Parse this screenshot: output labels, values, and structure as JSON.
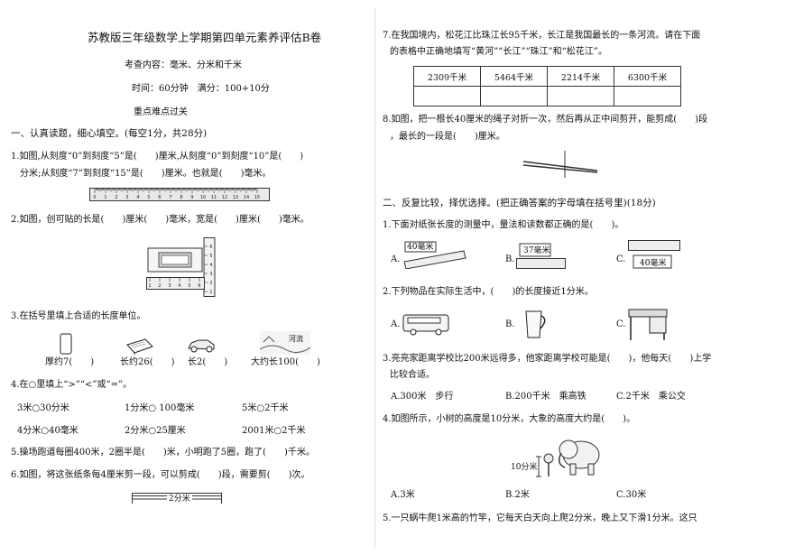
{
  "left": {
    "title": "苏教版三年级数学上学期第四单元素养评估B卷",
    "content_line": "考查内容：毫米、分米和千米",
    "time_line": "时间：60分钟　满分：100+10分",
    "subtitle": "重点难点过关",
    "section1": "一、认真读题，细心填空。(每空1分，共28分)",
    "q1_a": "1.如图,从刻度“0”到刻度“5”是(　　)厘米,从刻度“0”到刻度“10”是(　　)",
    "q1_b": "分米;从刻度“7”到刻度“15”是(　　)厘米。也就是(　　)毫米。",
    "q2": "2.如图，创可贴的长是(　　)厘米(　　)毫米，宽是(　　)厘米(　　)毫米。",
    "q3": "3.在括号里填上合适的长度单位。",
    "q3_items": [
      "厚约7(　　)",
      "长约26(　　)",
      "长2(　　)",
      "大约长100(　　)"
    ],
    "river_sign": "河流",
    "q4": "4.在○里填上“>”“<”或“=”。",
    "q4_row1": [
      "3米○30分米",
      "1分米○ 100毫米",
      "5米○2千米"
    ],
    "q4_row2": [
      "4分米○40毫米",
      "2分米○25厘米",
      "2001米○2千米"
    ],
    "q5": "5.操场跑道每圈400米，2圈半是(　　)米，小明跑了5圈，跑了(　　)千米。",
    "q6": "6.如图，将这张纸条每4厘米剪一段，可以剪成(　　)段，需要剪(　　)次。",
    "strip_label": "2分米",
    "ruler_numbers": [
      "0",
      "1",
      "2",
      "3",
      "4",
      "5",
      "6",
      "7",
      "8",
      "9",
      "10",
      "11",
      "12",
      "13",
      "14",
      "15"
    ],
    "ruler2_numbers": [
      "1",
      "2",
      "3",
      "4",
      "5",
      "6"
    ]
  },
  "right": {
    "q7_a": "7.在我国境内，松花江比珠江长95千米，长江是我国最长的一条河流。请在下面",
    "q7_b": "的表格中正确地填写“黄河”“长江”“珠江”和“松花江”。",
    "q7_table": [
      "2309千米",
      "5464千米",
      "2214千米",
      "6300千米"
    ],
    "q8_a": "8.如图，把一根长40厘米的绳子对折一次，然后再从正中间剪开，能剪成(　　)段",
    "q8_b": "，最长的一段是(　　)厘米。",
    "section2": "二、反复比较，择优选择。(把正确答案的字母填在括号里)(18分)",
    "q1": "1.下面对纸张长度的测量中，量法和读数都正确的是(　　)。",
    "q1_options": [
      "A.",
      "B.",
      "C."
    ],
    "q1_labels": [
      "40毫米",
      "37毫米",
      "40毫米"
    ],
    "q2": "2.下列物品在实际生活中，(　　)的长度接近1分米。",
    "q2_options": [
      "A.",
      "B.",
      "C."
    ],
    "q3_a": "3.亮亮家距离学校比200米远得多，他家距离学校可能是(　　)，他每天(　　)上学",
    "q3_b": "比较合适。",
    "q3_options": [
      "A.300米　步行",
      "B.200千米　乘高铁",
      "C.2千米　乘公交"
    ],
    "q4": "4.如图所示，小树的高度是10分米，大象的高度大约是(　　)。",
    "tree_label": "10分米",
    "q4_options": [
      "A.3米",
      "B.2米",
      "C.30米"
    ],
    "q5": "5.一只蜗牛爬1米高的竹竿，它每天白天向上爬2分米，晚上又下滑1分米。这只"
  }
}
